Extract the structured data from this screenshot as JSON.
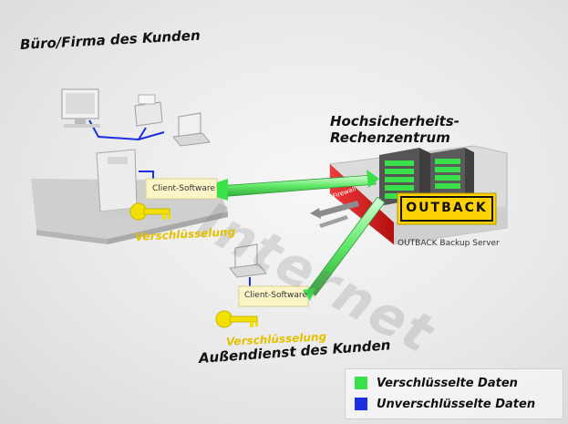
{
  "labels": {
    "office": "Büro/Firma des Kunden",
    "datacenter_line1": "Hochsicherheits-",
    "datacenter_line2": "Rechenzentrum",
    "field_service": "Außendienst des Kunden",
    "internet": "Internet",
    "client_software_office": "Client-Software",
    "client_software_field": "Client-Software",
    "encryption_office": "Verschlüsselung",
    "encryption_field": "Verschlüsselung",
    "firewall": "Firewall",
    "brand": "OUTBACK",
    "server": "OUTBACK Backup Server"
  },
  "legend": {
    "encrypted": "Verschlüsselte Daten",
    "unencrypted": "Unverschlüsselte Daten"
  },
  "colors": {
    "encrypted": "#39e04a",
    "unencrypted": "#1c2ee0",
    "firewall": "#d81b1b",
    "key": "#f2e100",
    "brand_panel": "#ffd200"
  },
  "icons": [
    "computer-icon",
    "printer-icon",
    "laptop-icon",
    "key-icon",
    "server-rack-icon"
  ]
}
